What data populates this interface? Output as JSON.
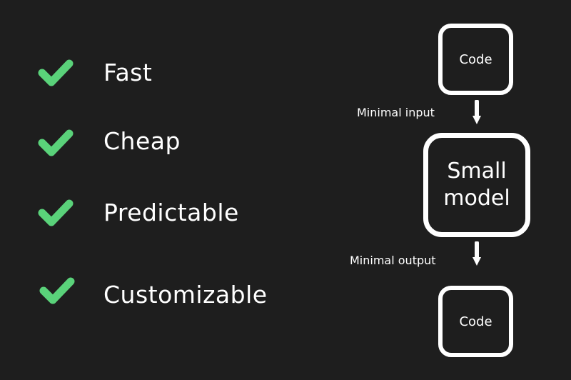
{
  "colors": {
    "background": "#1e1e1e",
    "check": "#5ad27a",
    "ink": "#ffffff"
  },
  "features": [
    {
      "label": "Fast",
      "icon": "check-icon"
    },
    {
      "label": "Cheap",
      "icon": "check-icon"
    },
    {
      "label": "Predictable",
      "icon": "check-icon"
    },
    {
      "label": "Customizable",
      "icon": "check-icon"
    }
  ],
  "diagram": {
    "input_node": "Code",
    "input_edge": "Minimal input",
    "model_node_line1": "Small",
    "model_node_line2": "model",
    "output_edge": "Minimal output",
    "output_node": "Code"
  }
}
